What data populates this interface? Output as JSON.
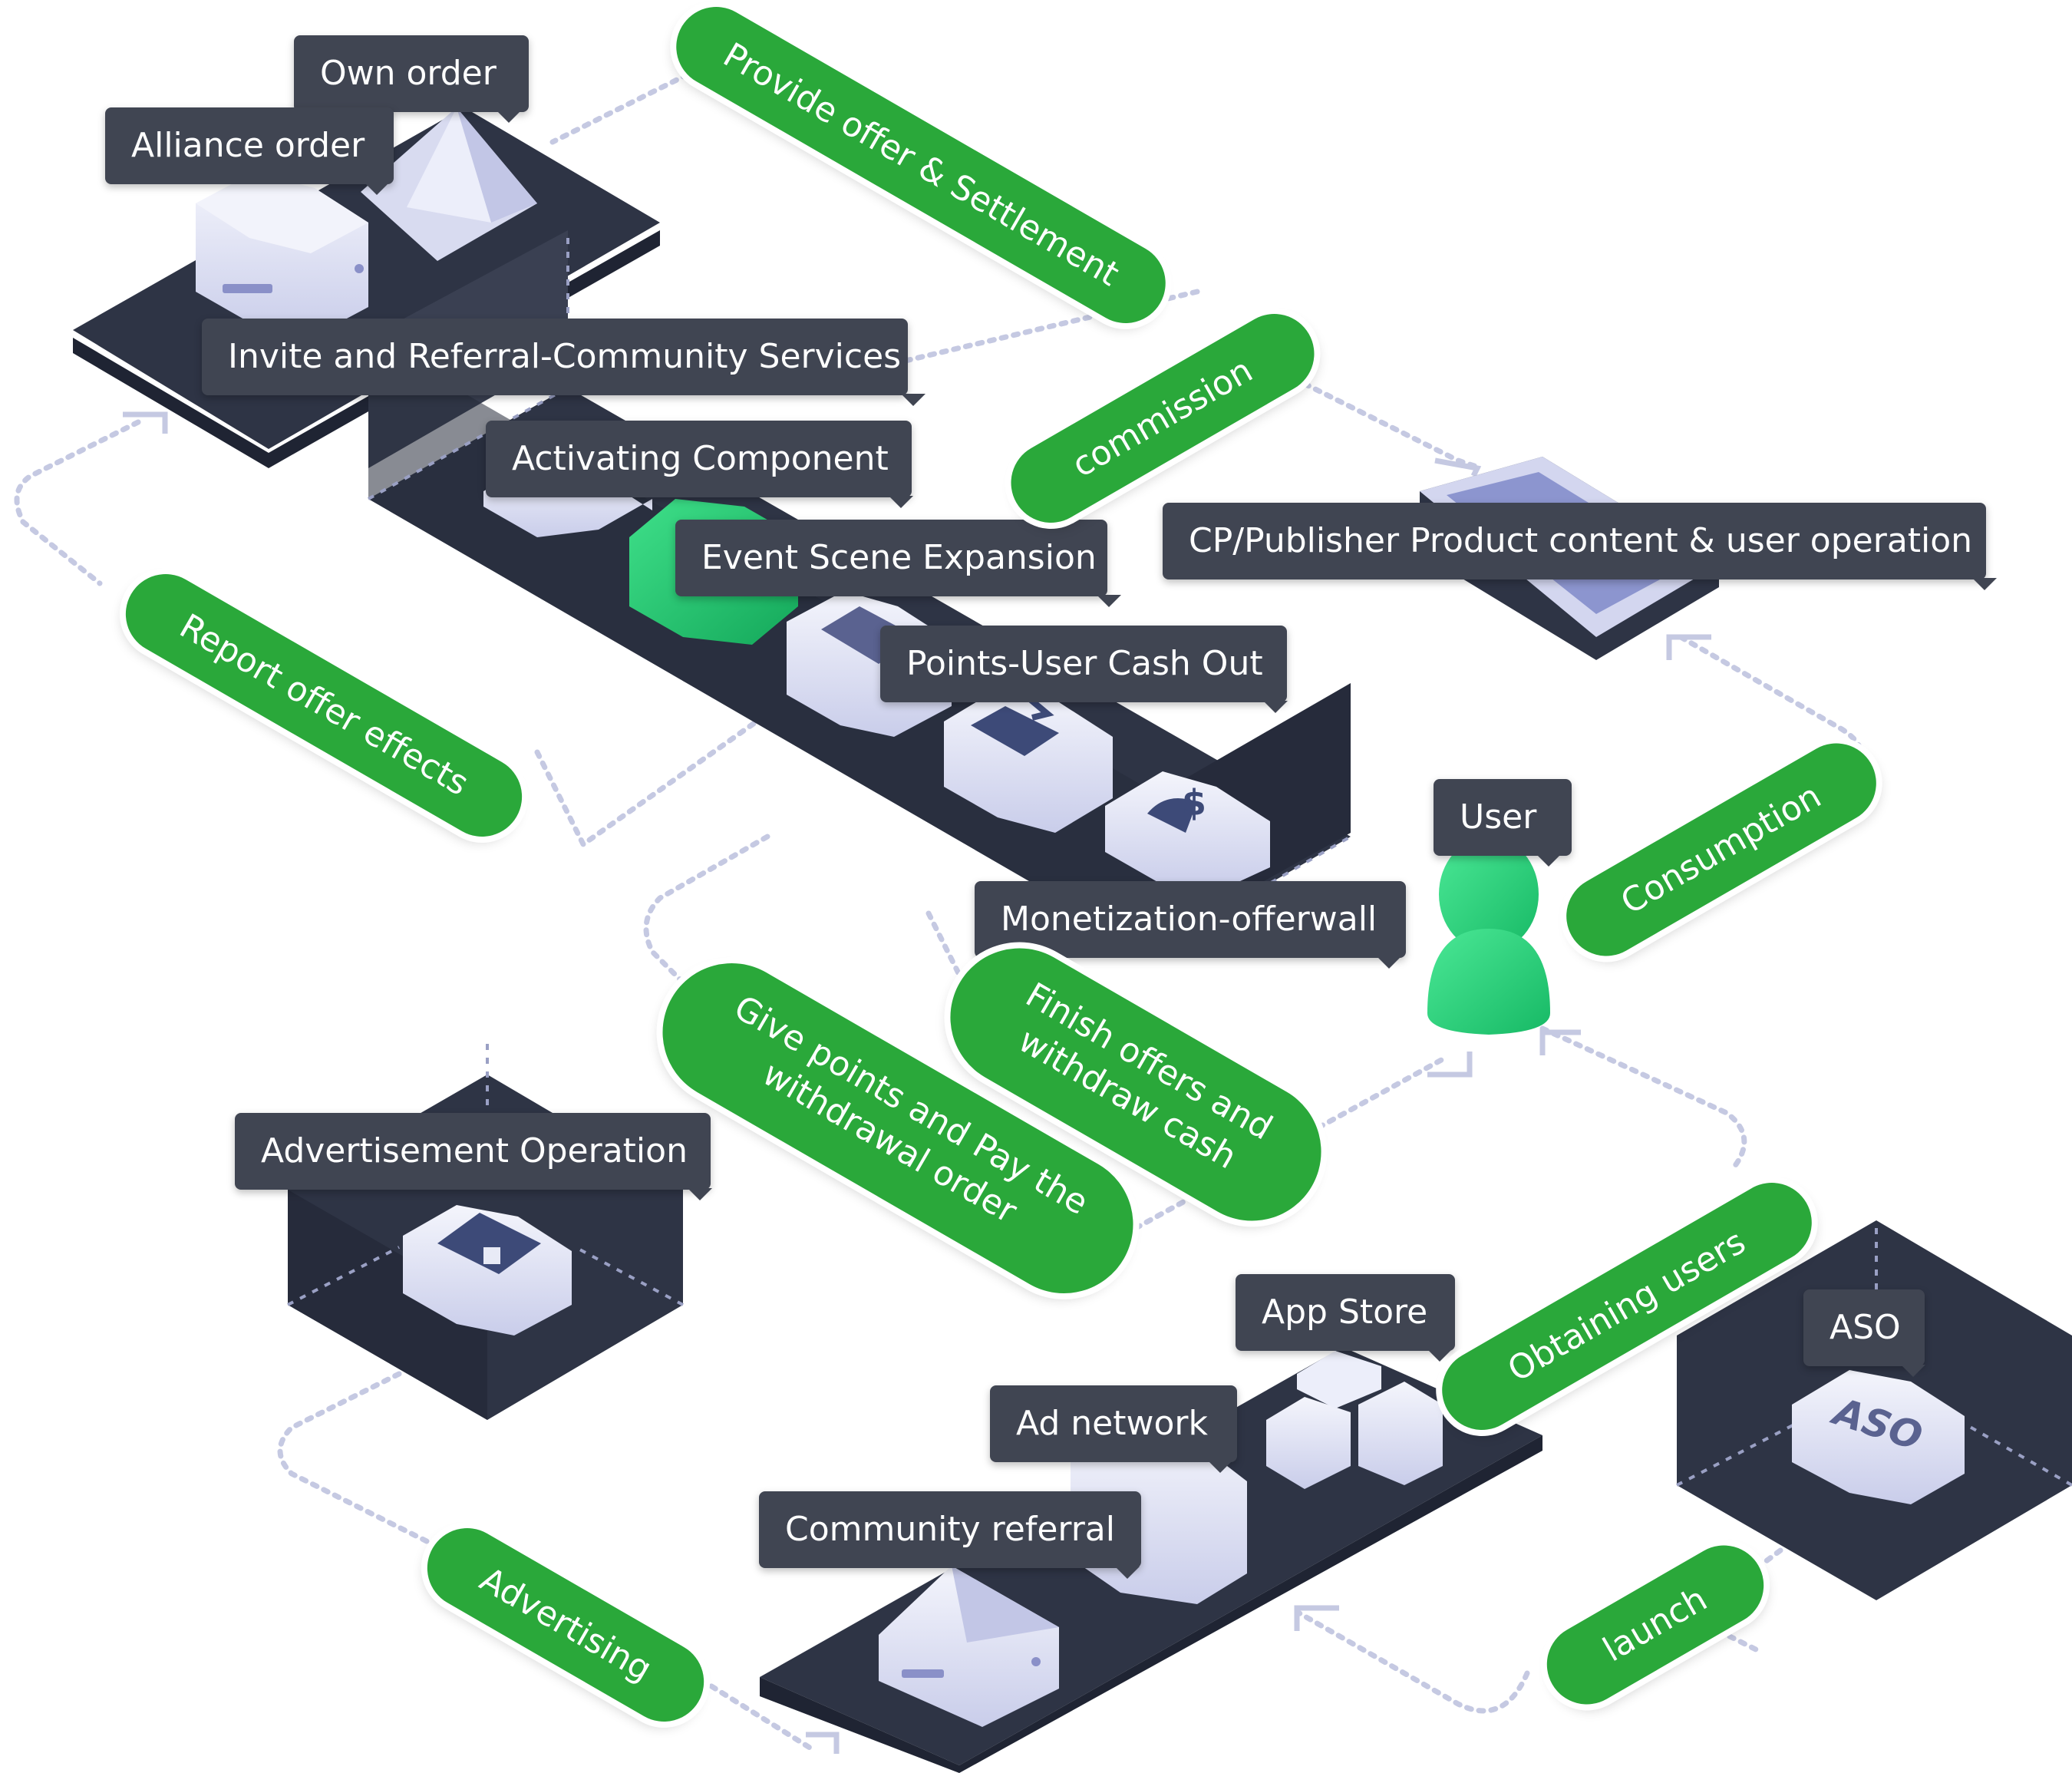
{
  "colors": {
    "platform_top": "#2e3445",
    "platform_side": "#1f2433",
    "label_bg": "#404552",
    "pill_bg": "#2aa83a",
    "accent_green": "#25c46e",
    "device_light": "#e8eaf6",
    "device_shade": "#b8bde0",
    "icon_dark": "#3d4a78",
    "dotted_line": "#c5c9e2"
  },
  "labels": {
    "own_order": "Own order",
    "alliance_order": "Alliance order",
    "invite_referral": "Invite and Referral-Community Services",
    "activating_component": "Activating Component",
    "event_scene_expansion": "Event Scene Expansion",
    "points_cash_out": "Points-User Cash Out",
    "monetization_offerwall": "Monetization-offerwall",
    "cp_publisher": "CP/Publisher Product content & user operation",
    "user": "User",
    "advertisement_operation": "Advertisement Operation",
    "app_store": "App Store",
    "ad_network": "Ad network",
    "community_referral": "Community referral",
    "aso": "ASO"
  },
  "pills": {
    "provide_offer": "Provide offer &  Settlement",
    "commission": "commission",
    "report_offer_effects": "Report offer effects",
    "consumption": "Consumption",
    "give_points_line1": "Give points and Pay the",
    "give_points_line2": "withdrawal order",
    "finish_offers_line1": "Finish offers and",
    "finish_offers_line2": "withdraw cash",
    "obtaining_users": "Obtaining users",
    "advertising": "Advertising",
    "launch": "launch"
  },
  "icons": {
    "aso_badge_text": "ASO",
    "dollar_glyph": "$"
  }
}
